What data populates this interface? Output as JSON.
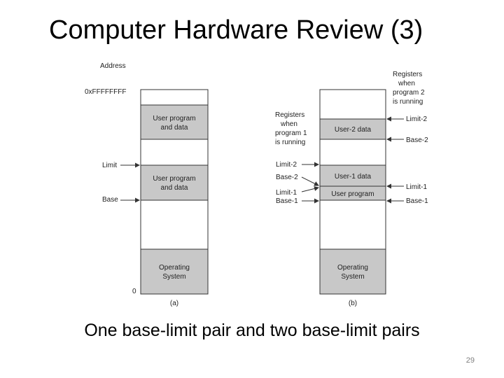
{
  "slide": {
    "title": "Computer Hardware Review (3)",
    "caption": "One base-limit pair and two base-limit pairs",
    "page_number": "29"
  },
  "diagram_a": {
    "address_header": "Address",
    "top_address": "0xFFFFFFFF",
    "bottom_address": "0",
    "limit_label": "Limit",
    "base_label": "Base",
    "block1_line1": "User program",
    "block1_line2": "and data",
    "block2_line1": "User program",
    "block2_line2": "and data",
    "os_line1": "Operating",
    "os_line2": "System",
    "label": "(a)"
  },
  "diagram_b": {
    "regs1_line1": "Registers",
    "regs1_line2": "when",
    "regs1_line3": "program 1",
    "regs1_line4": "is running",
    "regs2_line1": "Registers",
    "regs2_line2": "when",
    "regs2_line3": "program 2",
    "regs2_line4": "is running",
    "user2_data": "User-2 data",
    "user1_data": "User-1 data",
    "user_program": "User program",
    "os_line1": "Operating",
    "os_line2": "System",
    "left_limit2": "Limit-2",
    "left_base2": "Base-2",
    "left_limit1": "Limit-1",
    "left_base1": "Base-1",
    "right_limit2": "Limit-2",
    "right_base2": "Base-2",
    "right_limit1": "Limit-1",
    "right_base1": "Base-1",
    "label": "(b)"
  },
  "colors": {
    "shaded": "#c8c8c8",
    "line": "#333333"
  }
}
